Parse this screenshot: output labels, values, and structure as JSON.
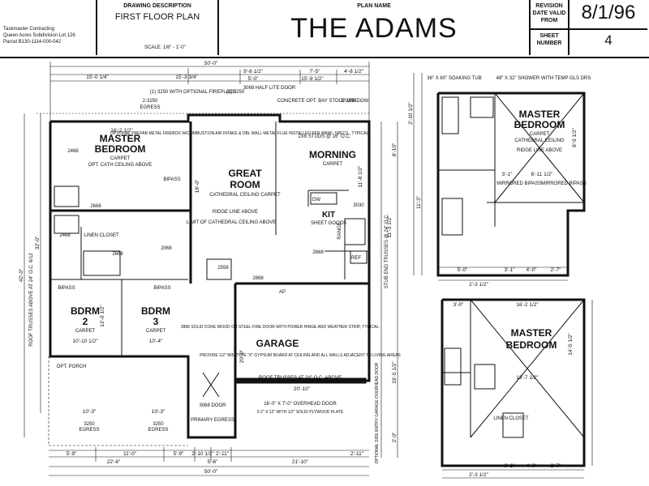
{
  "company": {
    "name": "Taskmaster Contracting",
    "subdivision": "Queen Acres Subdivision Lot 126",
    "parcel": "Parcel B130-1114-000-042"
  },
  "title_block": {
    "drawing_desc_label": "DRAWING DESCRIPTION",
    "drawing_desc": "FIRST FLOOR PLAN",
    "scale": "SCALE: 1/8\" - 1'-0\"",
    "plan_name_label": "PLAN NAME",
    "plan_name": "THE ADAMS",
    "revision_label": "REVISION DATE VALID FROM",
    "revision_date": "8/1/96",
    "sheet_label": "SHEET NUMBER",
    "sheet_number": "4"
  },
  "plan": {
    "rooms": {
      "master": "MASTER",
      "bedroom": "BEDROOM",
      "master_sub": "CARPET",
      "master_ceiling": "OPT. CATH CEILING ABOVE",
      "great": "GREAT",
      "room": "ROOM",
      "great_sub": "CATHEDRAL CEILING CARPET",
      "morning": "MORNING",
      "morning_sub": "CARPET",
      "kit": "KIT",
      "kit_sub": "SHEET GOODS",
      "bdrm": "BDRM",
      "bdrm2_num": "2",
      "bdrm3_num": "3",
      "bdrm_sub": "CARPET",
      "garage": "GARAGE",
      "linen": "LINEN CLOSET",
      "opt_porch": "OPT. PORCH"
    },
    "notes": {
      "fireplace": "(1) 3250 WITH OPTIONAL FIREPLACE",
      "firebox": "OPTIONAL PREFAB METAL FIREBOX W/COMBUSTION AIR INTAKE & DBL WALL METAL FLUE INSTALLED PER MANF. SPECS., TYPICAL",
      "studs": "2X6 STUDS @ 16\" O.C.",
      "ridge": "RIDGE LINE ABOVE",
      "limit": "LIMIT OF CATHEDRAL CEILING ABOVE",
      "garage_door_note": "2868 SOLID CORE WOOD OR STEEL FIRE DOOR WITH POWER HINGE AND WEATHER STRIP, TYPICAL",
      "garage_gyp": "PROVIDE 1/2\" MIN TYPE \"X\" GYPSUM BOARD AT CEILING AND ALL WALLS ADJACENT TO LIVING AREAS",
      "roof_trusses": "ROOF TRUSSES AT 24\" O.C. ABOVE",
      "overhead": "16'-0\" X 7'-0\" OVERHEAD DOOR",
      "header": "2-2\" X 12\" WITH 1/2\" SOLID PLYWOOD PLATE",
      "stub_trusses": "STUB END TRUSSES @ 24\" O.C.",
      "roof_left": "ROOF TRUSSES ABOVE AT 24\" O.C. 6/12",
      "side_entry": "OPTIONAL SIDE ENTRY GARAGE OVERHEAD DOOR",
      "primary_egress": "PRIMARY EGRESS",
      "egress": "EGRESS",
      "half_lite": "3068 HALF LITE DOOR",
      "stoop": "CONCRETE OPT. BAY STOOP WINDOW",
      "opt_soaking": "36\" X 60\" SOAKING TUB",
      "shower": "48\" X 32\" SHOWER WITH TEMP GLS DRS",
      "cathedral": "CATHEDRAL CEILING",
      "mirrored": "MIRRORED BIPASS",
      "bipass": "BIPASS",
      "ap": "AP",
      "door3068": "3068 DOOR",
      "w3250": "3250",
      "w3250b": "2-3250",
      "ref": "REF",
      "range": "RANGE",
      "dw": "DW",
      "w2468": "2468",
      "w2668": "2668",
      "w2068": "2068",
      "w2558": "2558",
      "w2868": "2868",
      "w3030": "3030",
      "w2250": "2-2250",
      "w3250c": "(2) 3250"
    },
    "dimensions": {
      "overall_top": "50'-0\"",
      "top_a": "15'-0 1/4\"",
      "top_b": "15'-3 3/4\"",
      "top_c": "9'-8 1/2\"",
      "top_d": "7'-5\"",
      "top_e": "4'-8 1/2\"",
      "top_f": "5'-0\"",
      "top_g": "15'-9 1/2\"",
      "master_w": "16'-2 1/2\"",
      "bdrm2_w": "10'-10 1/2\"",
      "bdrm3_w": "10'-4\"",
      "bdrm2_h": "13'-0 1/2\"",
      "garage_w": "20'-10\"",
      "garage_h": "20'-0\"",
      "great_h": "18'-0\"",
      "morning_h": "11'-8 1/2\"",
      "kit_h": "11'-3 1/2\"",
      "side_32": "32'-0\"",
      "side_42": "42'-0\"",
      "right_8": "8'-10\"",
      "right_19": "19'-5 1/2\"",
      "right_2": "2'-0\"",
      "bot_a": "5'-9\"",
      "bot_b": "11'-0\"",
      "bot_c": "5'-9\"",
      "bot_d": "2'-10 1/2\"",
      "bot_e": "2'-11\"",
      "bot_f": "2'-11\"",
      "bot_g": "22'-6\"",
      "bot_h": "5'-6\"",
      "bot_i": "21'-10\"",
      "bot_total": "50'-0\"",
      "bot_ten": "10'-3\"",
      "m2_w": "16'-2 1/2\"",
      "m2_bath": "13'-7 1/2\"",
      "m2_h": "14'-5 1/2\"",
      "m1_bath": "11'-3\"",
      "m1_a": "2'-3 1/2\"",
      "m1_b": "5'-0\"",
      "m1_c": "3'-1\"",
      "m1_d": "4'-0\"",
      "m1_e": "2'-7\"",
      "m2_a": "2'-3 1/2\"",
      "m2_b": "3'-1\"",
      "m2_c": "4'-0\"",
      "m2_d": "2'-7\"",
      "m1_f": "6'-11 1/2\"",
      "m1_g": "3'-1\"",
      "m2_e": "3'-0\"",
      "m1_side": "8'-9 1/2\"",
      "m1_side2": "2'-10 1/2\""
    }
  }
}
